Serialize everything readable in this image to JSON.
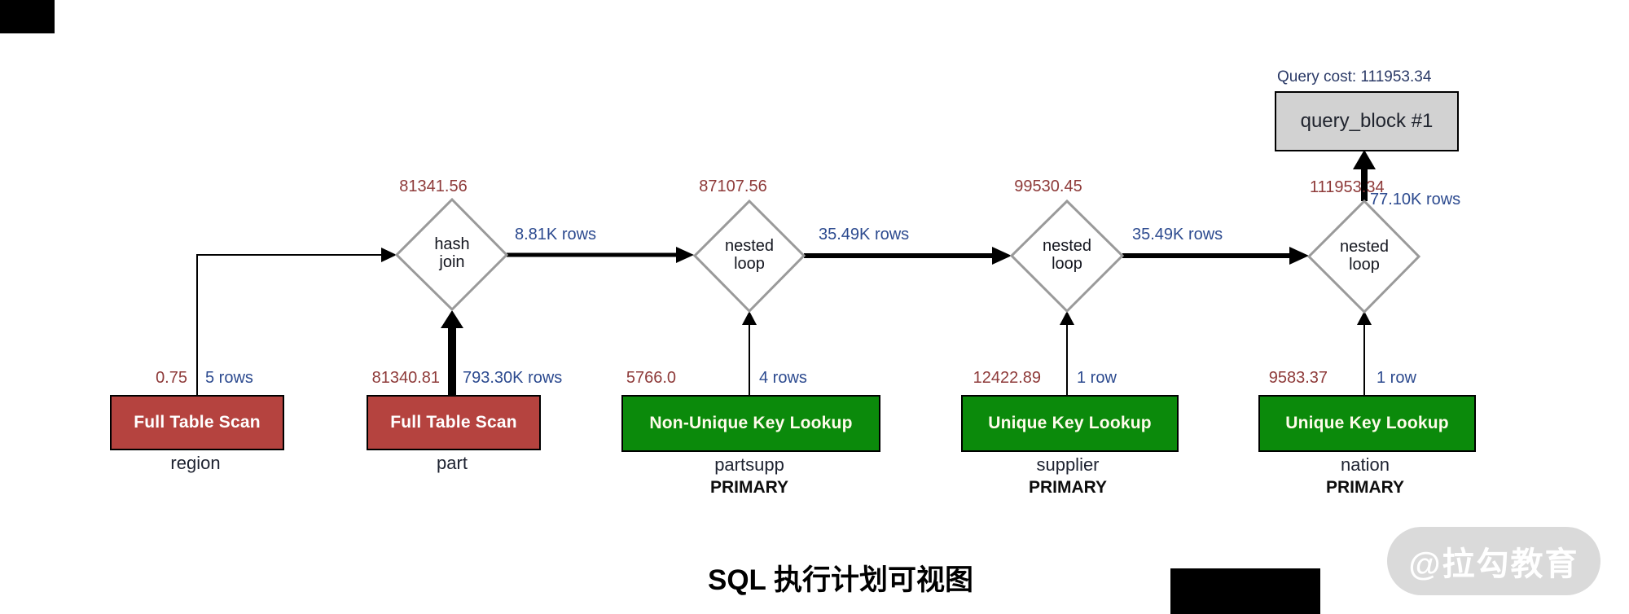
{
  "colors": {
    "scan-red": "#b5433f",
    "lookup-green": "#0b8a0b",
    "block-gray": "#d2d2d2",
    "cost-text": "#8e3a39",
    "rows-text": "#2c4a8f",
    "query-cost-text": "#2b3a67",
    "diamond-border": "#9a9a9a"
  },
  "header": {
    "query_cost": "Query cost: 111953.34"
  },
  "query_block": {
    "label": "query_block #1"
  },
  "joins": [
    {
      "line1": "hash",
      "line2": "join",
      "cost": "81341.56",
      "out_rows": "8.81K rows"
    },
    {
      "line1": "nested",
      "line2": "loop",
      "cost": "87107.56",
      "out_rows": "35.49K rows"
    },
    {
      "line1": "nested",
      "line2": "loop",
      "cost": "99530.45",
      "out_rows": "35.49K rows"
    },
    {
      "line1": "nested",
      "line2": "loop",
      "cost": "111953.34",
      "out_rows": "77.10K rows"
    }
  ],
  "tables": [
    {
      "access": "Full Table Scan",
      "cost": "0.75",
      "rows": "5 rows",
      "table": "region",
      "index": ""
    },
    {
      "access": "Full Table Scan",
      "cost": "81340.81",
      "rows": "793.30K rows",
      "table": "part",
      "index": ""
    },
    {
      "access": "Non-Unique Key Lookup",
      "cost": "5766.0",
      "rows": "4 rows",
      "table": "partsupp",
      "index": "PRIMARY"
    },
    {
      "access": "Unique Key Lookup",
      "cost": "12422.89",
      "rows": "1 row",
      "table": "supplier",
      "index": "PRIMARY"
    },
    {
      "access": "Unique Key Lookup",
      "cost": "9583.37",
      "rows": "1 row",
      "table": "nation",
      "index": "PRIMARY"
    }
  ],
  "caption": "SQL 执行计划可视图",
  "watermark": "@拉勾教育"
}
